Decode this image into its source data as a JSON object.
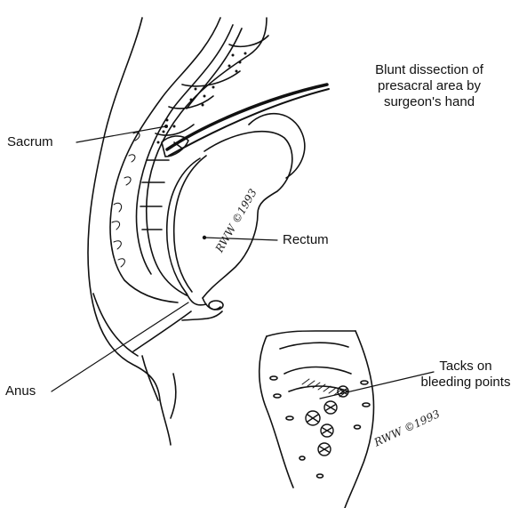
{
  "labels": {
    "blunt_line1": "Blunt dissection of",
    "blunt_line2": "presacral area by",
    "blunt_line3": "surgeon's hand",
    "sacrum": "Sacrum",
    "rectum": "Rectum",
    "anus": "Anus",
    "tacks_line1": "Tacks on",
    "tacks_line2": "bleeding points"
  },
  "signatures": {
    "main": "RWW ©1993",
    "inset": "RWW ©1993"
  },
  "colors": {
    "ink": "#111111",
    "background": "#ffffff"
  }
}
